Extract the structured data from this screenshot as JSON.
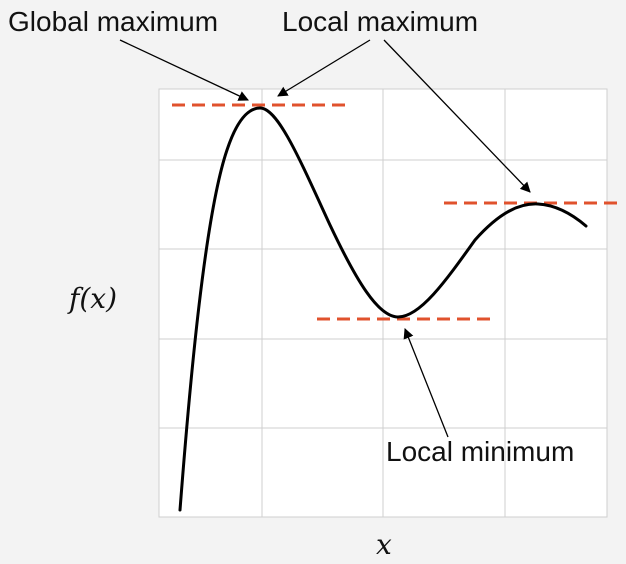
{
  "annotations": {
    "global_maximum": "Global maximum",
    "local_maximum": "Local maximum",
    "local_minimum": "Local minimum"
  },
  "axes": {
    "x_label": "x",
    "y_label": "f(x)"
  },
  "colors": {
    "background": "#f3f3f3",
    "plot_area": "#ffffff",
    "grid": "#cfcfcf",
    "curve": "#000000",
    "tangent_lines": "#e0522d",
    "arrows": "#000000"
  },
  "grid": {
    "shown": true,
    "vertical_divisions": 4,
    "horizontal_divisions": 5
  }
}
